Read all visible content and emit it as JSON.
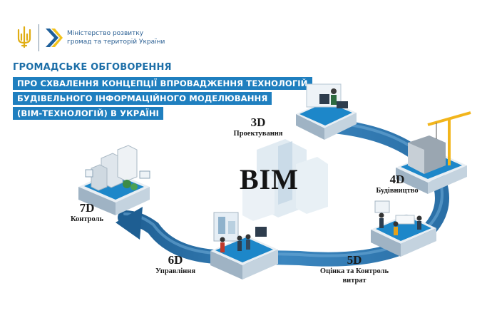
{
  "header": {
    "logo_icon": "trident-icon",
    "ministry_logo_icon": "chevron-logo-icon",
    "ministry_name_line1": "Міністерство розвитку",
    "ministry_name_line2": "громад та територій України"
  },
  "section_title": "ГРОМАДСЬКЕ ОБГОВОРЕННЯ",
  "headline": {
    "line1": "ПРО СХВАЛЕННЯ КОНЦЕПЦІЇ ВПРОВАДЖЕННЯ ТЕХНОЛОГІЙ",
    "line2": "БУДІВЕЛЬНОГО ІНФОРМАЦІЙНОГО МОДЕЛЮВАННЯ",
    "line3": "(BIM-ТЕХНОЛОГІЙ) В УКРАЇНІ"
  },
  "diagram": {
    "center_label": "BIM",
    "stages": [
      {
        "code": "3D",
        "name": "Проектування"
      },
      {
        "code": "4D",
        "name": "Будівництво"
      },
      {
        "code": "5D",
        "name": "Оцінка та Контроль",
        "name2": "витрат"
      },
      {
        "code": "6D",
        "name": "Управління"
      },
      {
        "code": "7D",
        "name": "Контроль"
      }
    ]
  },
  "colors": {
    "brand_blue": "#1f7fbf",
    "title_blue": "#1d6fa8",
    "ring_blue": "#2d72a8",
    "platform_blue": "#1d87c9",
    "ukraine_yellow": "#f2c21b"
  }
}
